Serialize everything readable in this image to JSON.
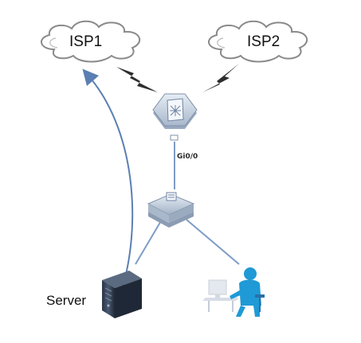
{
  "diagram": {
    "nodes": {
      "isp1": {
        "label": "ISP1"
      },
      "isp2": {
        "label": "ISP2"
      },
      "router": {
        "port_label": "Gi0/0"
      },
      "server": {
        "label": "Server"
      }
    },
    "colors": {
      "link": "#7e9cc6",
      "arrow": "#5b7fb3",
      "lightning": "#2e2e2e",
      "cloud_stroke": "#8a8a8a",
      "device_fill": "#c9d6e6",
      "user_blue": "#1f9ad6",
      "server_dark": "#2b3646"
    }
  }
}
